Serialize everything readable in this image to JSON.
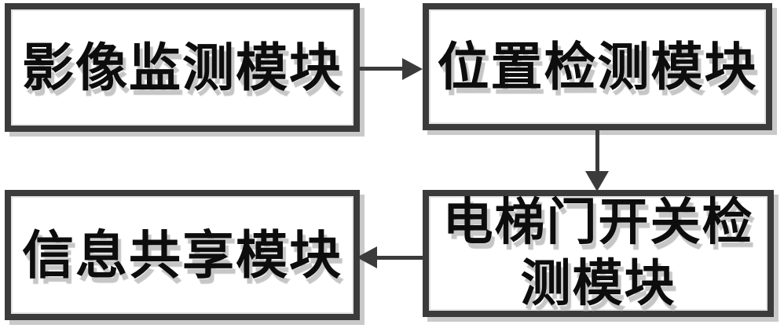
{
  "figure": {
    "type": "flowchart",
    "background_color": "#ffffff",
    "colors": {
      "node_border": "#3b3b3b",
      "node_fill": "#ffffff",
      "text": "#0d0d0d",
      "text_shadow": "#c6c6c6",
      "box_shadow": "#c9c9c9",
      "arrow": "#3b3b3b"
    },
    "nodes": [
      {
        "id": "image-monitoring",
        "label": "影像监测模块"
      },
      {
        "id": "position-detection",
        "label": "位置检测模块"
      },
      {
        "id": "door-switch-detection",
        "label": "电梯门开关检测模块",
        "lines": [
          "电梯门开关检",
          "测模块"
        ]
      },
      {
        "id": "information-sharing",
        "label": "信息共享模块"
      }
    ],
    "edges": [
      {
        "from": "image-monitoring",
        "to": "position-detection",
        "direction": "right"
      },
      {
        "from": "position-detection",
        "to": "door-switch-detection",
        "direction": "down"
      },
      {
        "from": "door-switch-detection",
        "to": "information-sharing",
        "direction": "left"
      }
    ]
  }
}
